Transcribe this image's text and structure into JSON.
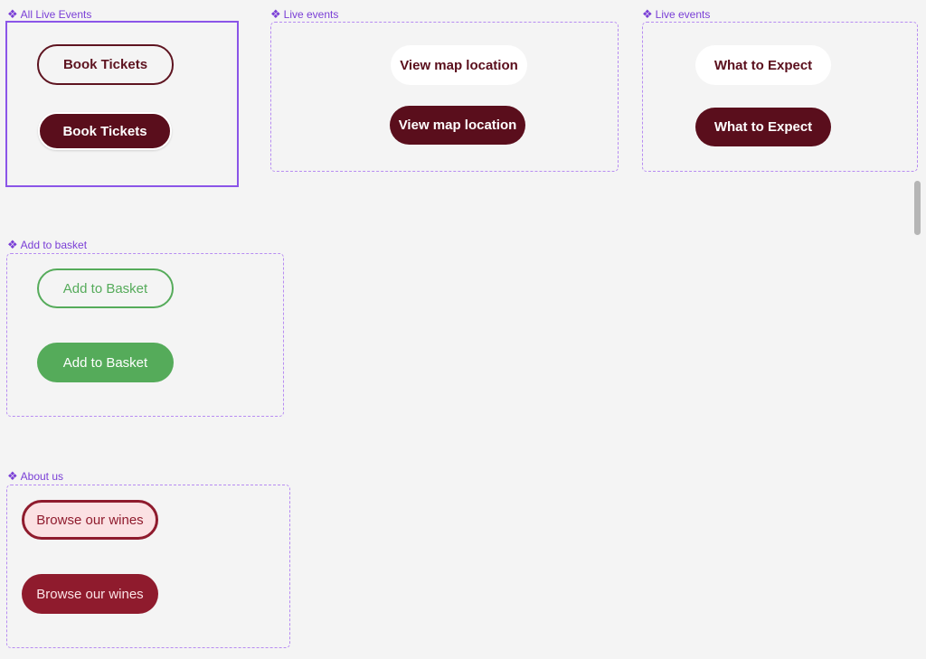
{
  "colors": {
    "canvas_background": "#f4f4f4",
    "frame_accent": "#8b55e8",
    "wine": "#5a0e1c",
    "green": "#55ab5a",
    "red": "#8f1b2d",
    "blush": "#fbe1e3"
  },
  "frame_icon": "component-diamond-icon",
  "frames": {
    "all_live_events": {
      "label": "All Live Events",
      "selected": true,
      "buttons": {
        "outline": "Book Tickets",
        "solid": "Book Tickets"
      }
    },
    "live_events_map": {
      "label": "Live events",
      "buttons": {
        "white": "View map location",
        "solid": "View map location"
      }
    },
    "live_events_expect": {
      "label": "Live events",
      "buttons": {
        "white": "What to Expect",
        "solid": "What to Expect"
      }
    },
    "add_to_basket": {
      "label": "Add to basket",
      "buttons": {
        "outline": "Add to Basket",
        "solid": "Add to Basket"
      }
    },
    "about_us": {
      "label": "About us",
      "buttons": {
        "outline": "Browse our wines",
        "solid": "Browse our wines"
      }
    }
  }
}
